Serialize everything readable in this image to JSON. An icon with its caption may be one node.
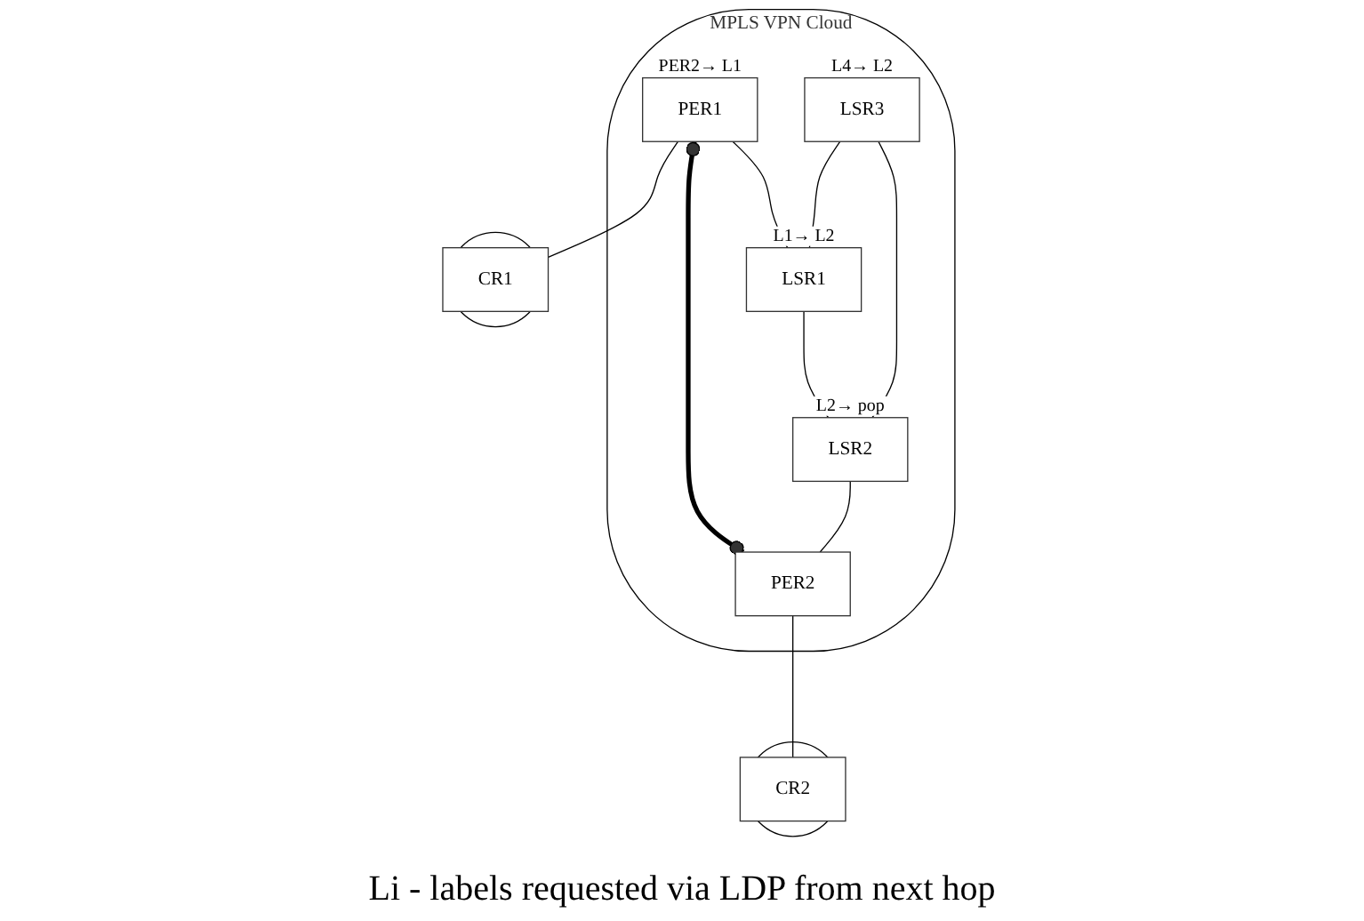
{
  "diagram": {
    "nodes": [
      {
        "text": [
          "MPLS VPN Cloud"
        ]
      },
      {
        "text": [
          "LSR3"
        ],
        "in": 0,
        "beside": [
          "L4→ L2"
        ]
      },
      {
        "text": [
          "LSR1"
        ],
        "in": 0,
        "beside": [
          "L1→ L2"
        ]
      },
      {
        "text": [
          "LSR2"
        ],
        "in": 0,
        "beside": [
          "L2→ pop"
        ]
      },
      {
        "text": [
          "PER1"
        ],
        "in": 0,
        "beside": [
          "PER2→ L1"
        ]
      },
      {
        "text": [
          "PER2"
        ],
        "in": 0
      },
      {
        "text": [],
        "shape": "circle"
      },
      {
        "text": [
          "CR1"
        ],
        "in": 6
      },
      {
        "text": [],
        "shape": "circle"
      },
      {
        "text": [
          "CR2"
        ],
        "in": 8
      }
    ],
    "edges": [
      {
        "from": 1,
        "to": 2,
        "arrow": "none"
      },
      {
        "from": 1,
        "to": 3,
        "arrow": "none"
      },
      {
        "from": 2,
        "to": 3,
        "arrow": "none"
      },
      {
        "from": 4,
        "to": 2,
        "arrow": "none"
      },
      {
        "from": 3,
        "to": 5,
        "arrow": "none"
      },
      {
        "from": 4,
        "to": 5,
        "arrow": "other",
        "style": "thick"
      },
      {
        "from": 4,
        "to": 7,
        "arrow": "none"
      },
      {
        "from": 5,
        "to": 9,
        "arrow": "none"
      }
    ],
    "labels": [
      "Li - labels requested via LDP from next hop"
    ]
  }
}
